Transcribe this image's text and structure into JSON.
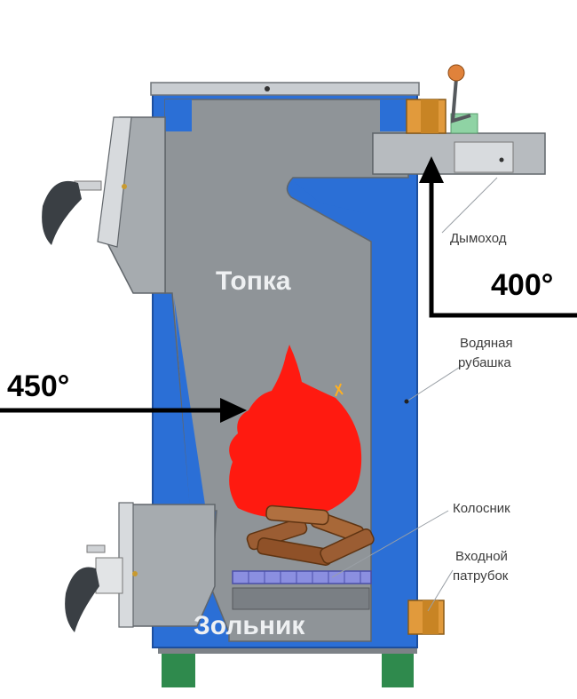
{
  "labels": {
    "firebox": "Топка",
    "ashpit": "Зольник",
    "chimney": "Дымоход",
    "water_jacket_line1": "Водяная",
    "water_jacket_line2": "рубашка",
    "grate": "Колосник",
    "inlet_line1": "Входной",
    "inlet_line2": "патрубок"
  },
  "temperatures": {
    "firebox": "450°",
    "chimney": "400°"
  },
  "icons": [
    "door-handle-icon",
    "damper-knob-icon",
    "flame-icon",
    "firewood-icon"
  ],
  "colors": {
    "body_gray": "#8f9498",
    "water_blue": "#2b6fd6",
    "flame_red": "#ff1a10",
    "wood_brown": "#9b5d33",
    "pipe_orange": "#e19a3c",
    "legs_green": "#2f8a4d",
    "arrow_black": "#000000"
  }
}
